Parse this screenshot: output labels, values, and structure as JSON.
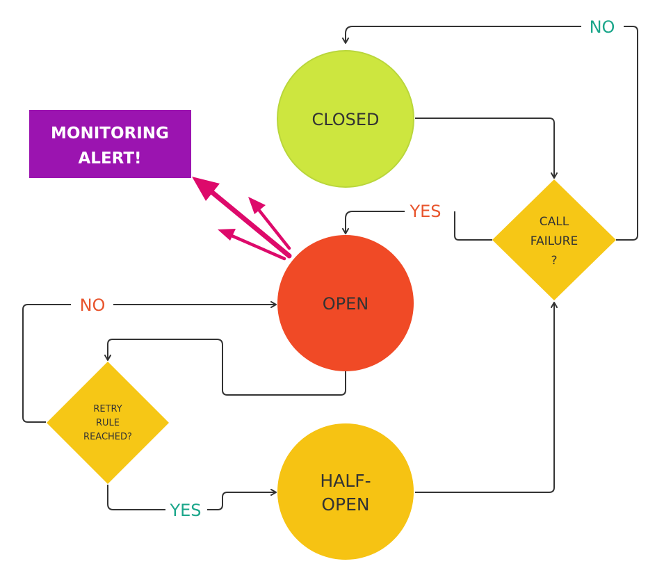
{
  "nodes": {
    "closed": {
      "label": "CLOSED",
      "color": "#cde63f",
      "border": "#b5d33a"
    },
    "open": {
      "label": "OPEN",
      "color": "#f04a26"
    },
    "half_open": {
      "label_line1": "HALF-",
      "label_line2": "OPEN",
      "color": "#f6c313"
    },
    "call_failure": {
      "line1": "CALL",
      "line2": "FAILURE",
      "line3": "?",
      "color": "#f6c716"
    },
    "retry_rule": {
      "line1": "RETRY",
      "line2": "RULE",
      "line3": "REACHED?",
      "color": "#f6c716"
    },
    "alert": {
      "line1": "MONITORING",
      "line2": "ALERT!",
      "color": "#9b14b0",
      "text_color": "#ffffff"
    }
  },
  "edge_labels": {
    "no_top": {
      "text": "NO",
      "color": "#1aa68a"
    },
    "yes_right": {
      "text": "YES",
      "color": "#e8552d"
    },
    "no_left": {
      "text": "NO",
      "color": "#e8552d"
    },
    "yes_bottom": {
      "text": "YES",
      "color": "#1aa68a"
    }
  },
  "colors": {
    "connector": "#333333",
    "alert_arrows": "#dd0a6b"
  }
}
